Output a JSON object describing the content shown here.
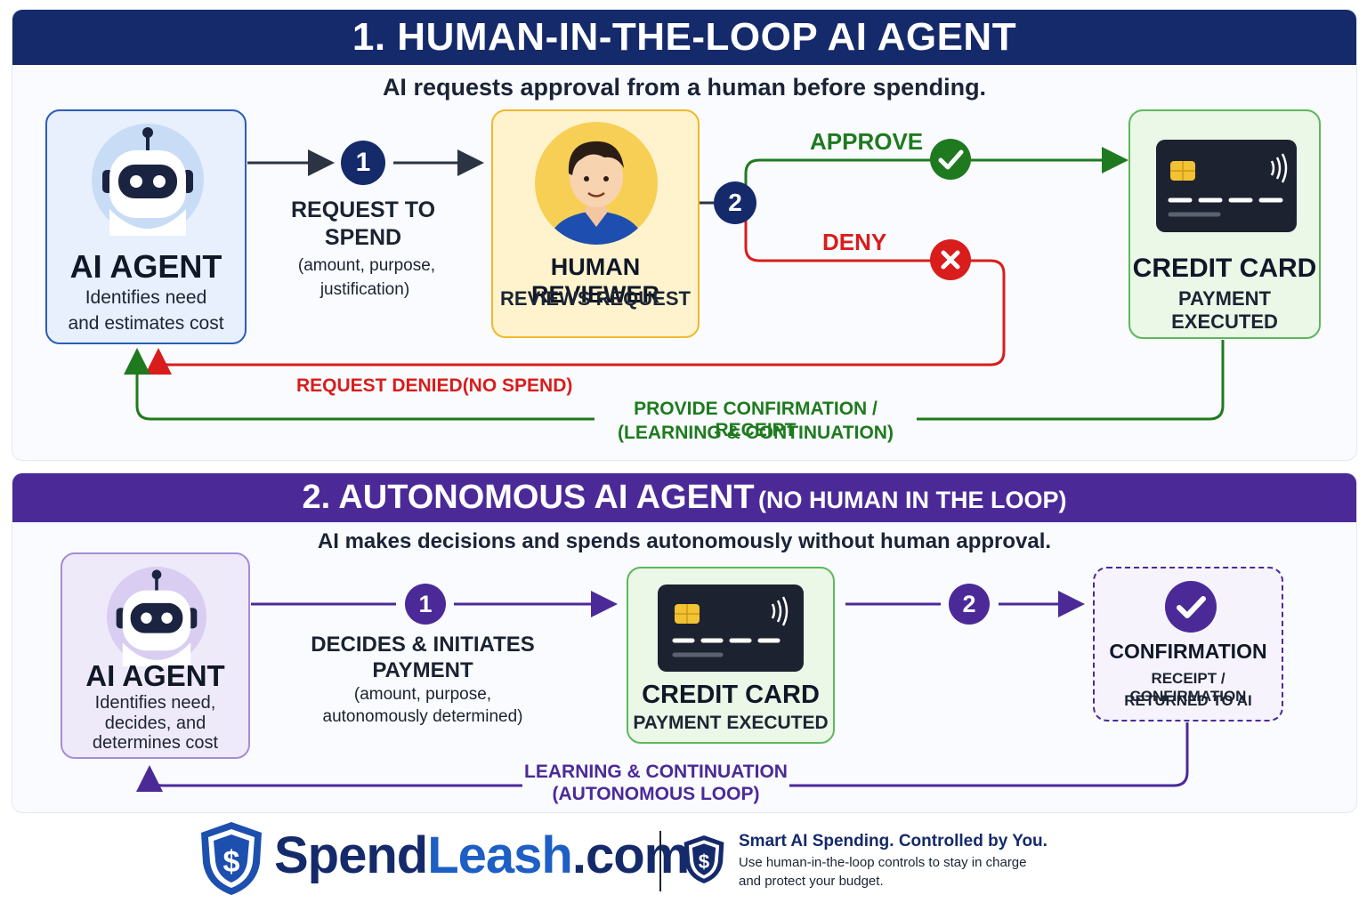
{
  "section1": {
    "heading": "1. HUMAN-IN-THE-LOOP AI AGENT",
    "subtitle": "AI requests approval from a human before spending.",
    "ai_agent": {
      "title": "AI AGENT",
      "desc_line1": "Identifies need",
      "desc_line2": "and estimates cost"
    },
    "step1": {
      "number": "1",
      "label_line1": "REQUEST TO",
      "label_line2": "SPEND",
      "detail_line1": "(amount, purpose,",
      "detail_line2": "justification)"
    },
    "human_reviewer": {
      "title": "HUMAN REVIEWER",
      "desc": "REVIEWS REQUEST"
    },
    "step2": {
      "number": "2"
    },
    "approve_label": "APPROVE",
    "deny_label": "DENY",
    "credit_card": {
      "title": "CREDIT CARD",
      "desc": "PAYMENT EXECUTED"
    },
    "denied_label": "REQUEST DENIED(NO SPEND)",
    "confirmation_line1": "PROVIDE CONFIRMATION / RECEIPT",
    "confirmation_line2": "(LEARNING & CONTINUATION)"
  },
  "section2": {
    "heading_main": "2. AUTONOMOUS AI AGENT",
    "heading_suffix": "(NO HUMAN IN THE LOOP)",
    "subtitle": "AI makes decisions and spends autonomously without human approval.",
    "ai_agent": {
      "title": "AI AGENT",
      "desc_line1": "Identifies need,",
      "desc_line2": "decides, and",
      "desc_line3": "determines cost"
    },
    "step1": {
      "number": "1",
      "label_line1": "DECIDES & INITIATES",
      "label_line2": "PAYMENT",
      "detail_line1": "(amount, purpose,",
      "detail_line2": "autonomously determined)"
    },
    "credit_card": {
      "title": "CREDIT CARD",
      "desc": "PAYMENT EXECUTED"
    },
    "step2": {
      "number": "2"
    },
    "confirmation": {
      "title": "CONFIRMATION",
      "desc_line1": "RECEIPT / CONFIRMATION",
      "desc_line2": "RETURNED TO AI"
    },
    "loop_line1": "LEARNING & CONTINUATION",
    "loop_line2": "(AUTONOMOUS LOOP)"
  },
  "footer": {
    "brand_spend": "Spend",
    "brand_leash": "Leash",
    "brand_tld": ".com",
    "tagline": "Smart AI Spending. Controlled by You.",
    "desc_line1": "Use human-in-the-loop controls to stay in charge",
    "desc_line2": "and protect your budget."
  },
  "colors": {
    "navy": "#152a6b",
    "purple": "#4b2a98",
    "green": "#1f7a1f",
    "red": "#d91c1c",
    "card_dark": "#1c2230",
    "chip": "#f2c232",
    "brand_blue": "#1d5fc4"
  },
  "icons": [
    "robot-icon",
    "person-icon",
    "credit-card-icon",
    "check-icon",
    "x-icon",
    "shield-dollar-icon"
  ]
}
